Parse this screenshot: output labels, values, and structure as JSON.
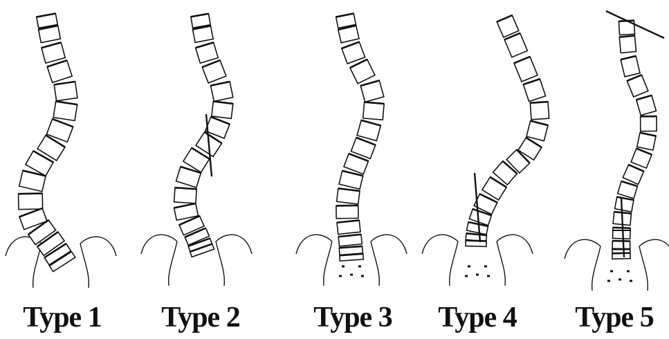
{
  "panels": [
    {
      "label": "Type 1"
    },
    {
      "label": "Type 2"
    },
    {
      "label": "Type 3"
    },
    {
      "label": "Type 4"
    },
    {
      "label": "Type 5"
    }
  ],
  "colors": {
    "line": "#111111",
    "fill": "#ffffff"
  }
}
